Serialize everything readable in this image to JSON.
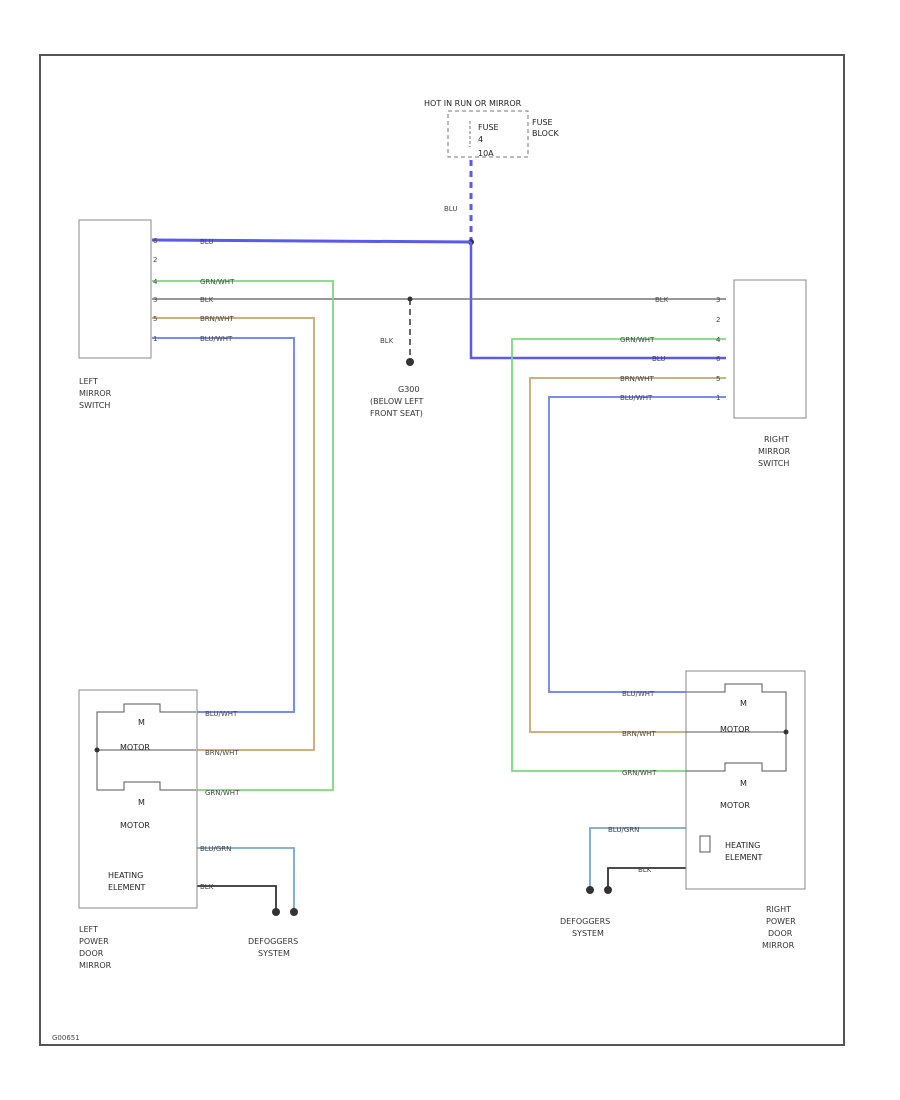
{
  "fuse_block": {
    "title": "HOT IN RUN OR MIRROR",
    "fuse_label": "FUSE",
    "fuse_number": "4",
    "fuse_rating": "10A",
    "block_label_1": "FUSE",
    "block_label_2": "BLOCK"
  },
  "wires": {
    "blu": "BLU",
    "grn_wht": "GRN/WHT",
    "brn_wht": "BRN/WHT",
    "blu_wht": "BLU/WHT",
    "blu_grn": "BLU/GRN"
  },
  "ground": {
    "wire": "BLK",
    "line1": "G300",
    "line2": "(BELOW LEFT",
    "line3": "FRONT SEAT)"
  },
  "left_switch": {
    "line1": "LEFT",
    "line2": "MIRROR",
    "line3": "SWITCH",
    "pins": [
      "6",
      "2",
      "4",
      "3",
      "5",
      "1"
    ]
  },
  "right_switch": {
    "line1": "RIGHT",
    "line2": "MIRROR",
    "line3": "SWITCH",
    "pins": [
      "3",
      "2",
      "4",
      "6",
      "5",
      "1"
    ]
  },
  "left_mirror": {
    "motor_symbol": "M",
    "motor_label": "MOTOR",
    "heater_line1": "HEATING",
    "heater_line2": "ELEMENT",
    "line1": "LEFT",
    "line2": "POWER",
    "line3": "DOOR",
    "line4": "MIRROR"
  },
  "right_mirror": {
    "motor_symbol": "M",
    "motor_label": "MOTOR",
    "heater_line1": "HEATING",
    "heater_line2": "ELEMENT",
    "line1": "RIGHT",
    "line2": "POWER",
    "line3": "DOOR",
    "line4": "MIRROR"
  },
  "defogger": {
    "line1": "DEFOGGERS",
    "line2": "SYSTEM"
  },
  "footer_id": "G00651",
  "colors": {
    "blue": "#5a5aee",
    "green": "#7ed87e",
    "tan": "#d2b07a",
    "lightblue": "#7a8cf0",
    "gray": "#777777",
    "dark": "#333333",
    "teal": "#78a8c8"
  }
}
